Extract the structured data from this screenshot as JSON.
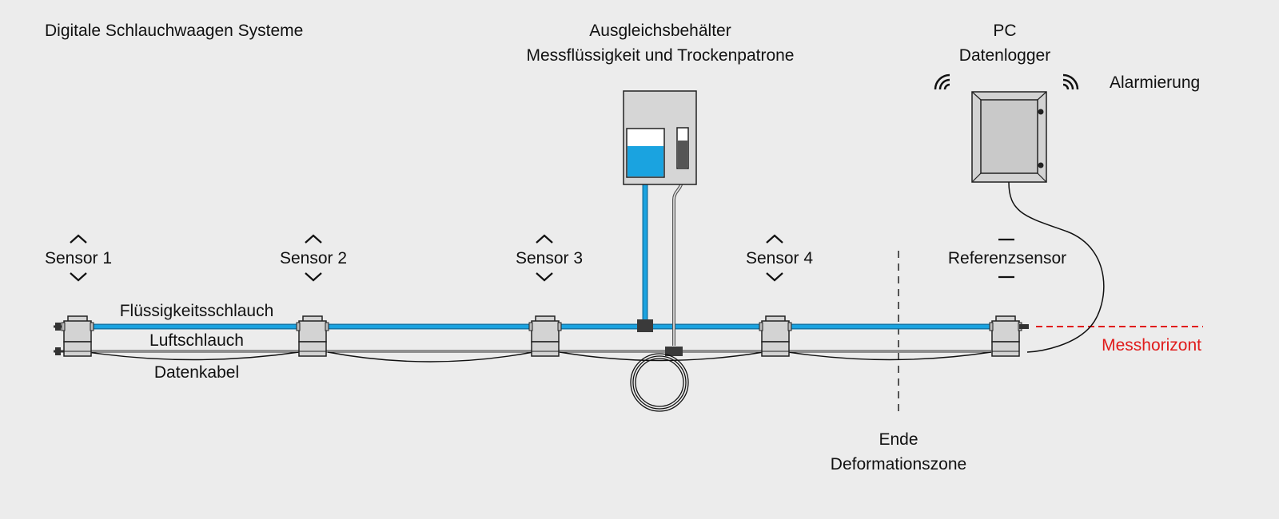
{
  "title": "Digitale Schlauchwaagen Systeme",
  "reservoir": {
    "line1": "Ausgleichsbehälter",
    "line2": "Messflüssigkeit und Trockenpatrone"
  },
  "pc": {
    "line1": "PC",
    "line2": "Datenlogger"
  },
  "alarm": "Alarmierung",
  "sensors": [
    {
      "label": "Sensor 1",
      "marker": "up-down-arrows"
    },
    {
      "label": "Sensor 2",
      "marker": "up-down-arrows"
    },
    {
      "label": "Sensor 3",
      "marker": "up-down-arrows"
    },
    {
      "label": "Sensor 4",
      "marker": "up-down-arrows"
    },
    {
      "label": "Referenzsensor",
      "marker": "bars"
    }
  ],
  "lines": {
    "liquid": "Flüssigkeitsschlauch",
    "air": "Luftschlauch",
    "data": "Datenkabel"
  },
  "end_zone": {
    "line1": "Ende",
    "line2": "Deformationszone"
  },
  "horizon": "Messhorizont",
  "colors": {
    "background": "#ececec",
    "liquid": "#1aa3e0",
    "liquid_dark": "#1577a8",
    "horizon": "#e01b1b",
    "housing": "#d3d3d3",
    "outline": "#222222"
  }
}
